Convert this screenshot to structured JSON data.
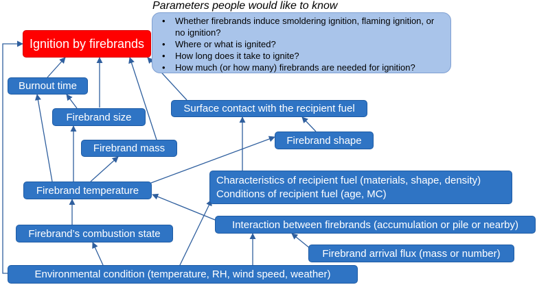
{
  "diagram": {
    "title": "Parameters people would like to know",
    "parameters": [
      "Whether firebrands induce smoldering ignition, flaming ignition, or no ignition?",
      "Where or what is ignited?",
      "How long does it take to ignite?",
      "How much (or how many) firebrands are needed for ignition?"
    ],
    "nodes": {
      "ignition": "Ignition by firebrands",
      "burnout_time": "Burnout time",
      "firebrand_size": "Firebrand size",
      "firebrand_mass": "Firebrand mass",
      "surface_contact": "Surface contact with the recipient fuel",
      "firebrand_shape": "Firebrand shape",
      "firebrand_temperature": "Firebrand temperature",
      "fuel_characteristics": "Characteristics of recipient fuel (materials, shape, density)",
      "fuel_conditions": "Conditions of recipient fuel (age, MC)",
      "combustion_state": "Firebrand’s combustion state",
      "interaction": "Interaction between firebrands (accumulation or pile or nearby)",
      "arrival_flux": "Firebrand arrival flux (mass or number)",
      "environmental": "Environmental condition (temperature, RH, wind speed, weather)"
    },
    "colors": {
      "node_fill": "#2f74c4",
      "target_fill": "#ff0000",
      "params_fill": "#a9c4ea",
      "arrow": "#2f5f9e"
    }
  }
}
